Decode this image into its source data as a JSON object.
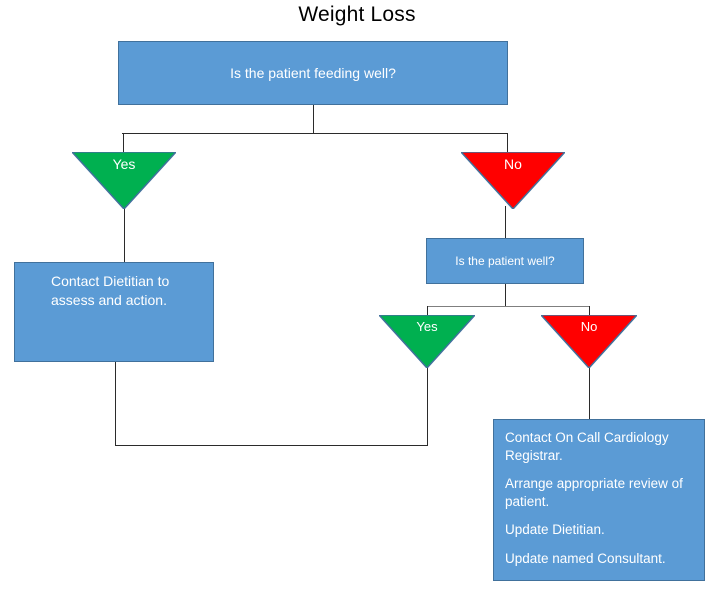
{
  "diagram": {
    "title": "Weight Loss",
    "nodes": {
      "feeding_question": "Is the patient feeding well?",
      "patient_well_question": "Is the patient well?",
      "dietitian_action": "Contact Dietitian to\nassess and action.",
      "cardiology_action": [
        "Contact On Call Cardiology Registrar.",
        "Arrange appropriate review of patient.",
        "Update Dietitian.",
        "Update named Consultant."
      ]
    },
    "decisions": {
      "yes_1": "Yes",
      "no_1": "No",
      "yes_2": "Yes",
      "no_2": "No"
    },
    "colors": {
      "box_fill": "#5B9BD5",
      "box_border": "#41719C",
      "yes_fill": "#00B050",
      "no_fill": "#FF0000",
      "connector": "#2b2b2b",
      "text_on_fill": "#FFFFFF",
      "title_text": "#000000",
      "background": "#FFFFFF"
    }
  }
}
